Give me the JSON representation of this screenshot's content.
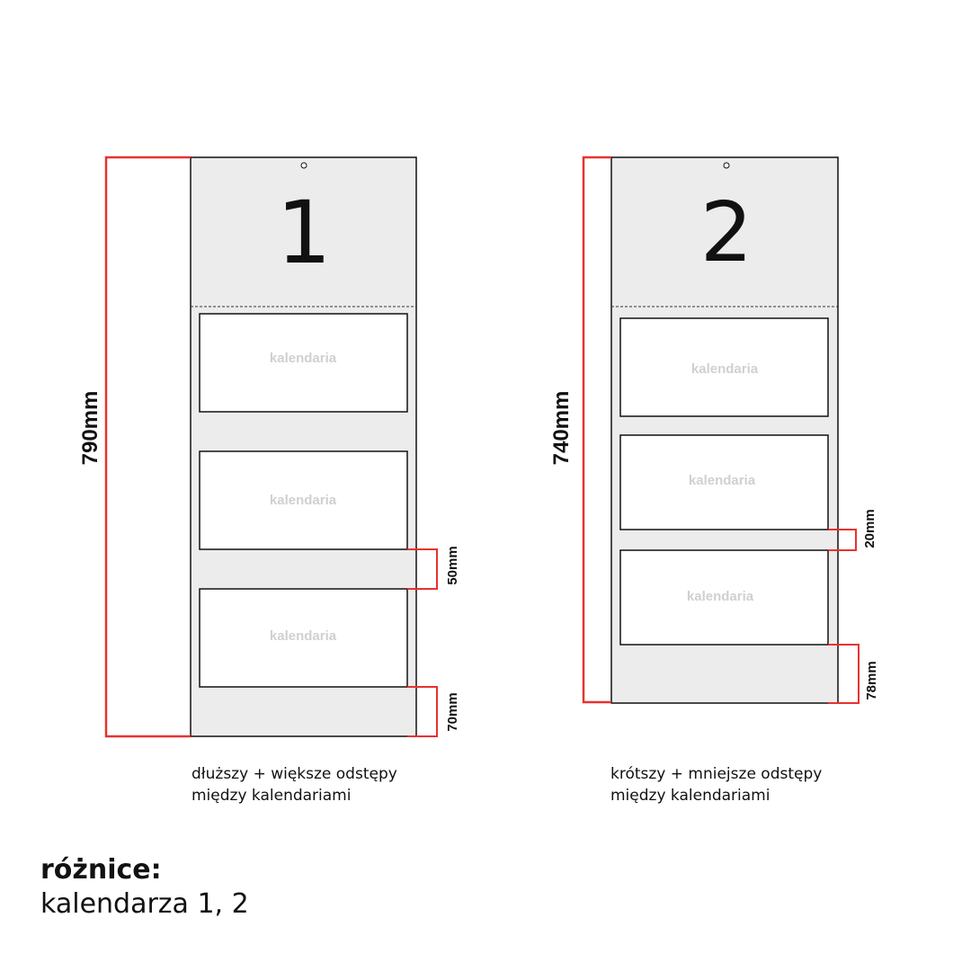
{
  "colors": {
    "panel": "#ececec",
    "dimension": "#e8322f",
    "outline": "#111111",
    "placeholder": "#d0d0d0"
  },
  "calendar1": {
    "number": "1",
    "total_height": "790mm",
    "gap_label": "50mm",
    "bottom_label": "70mm",
    "boxes": [
      "kalendaria",
      "kalendaria",
      "kalendaria"
    ],
    "caption": [
      "dłuższy + większe odstępy",
      "między kalendariami"
    ]
  },
  "calendar2": {
    "number": "2",
    "total_height": "740mm",
    "gap_label": "20mm",
    "bottom_label": "78mm",
    "boxes": [
      "kalendaria",
      "kalendaria",
      "kalendaria"
    ],
    "caption": [
      "krótszy + mniejsze odstępy",
      "między kalendariami"
    ]
  },
  "footer": {
    "heading": "różnice:",
    "subheading": "kalendarza 1, 2"
  }
}
